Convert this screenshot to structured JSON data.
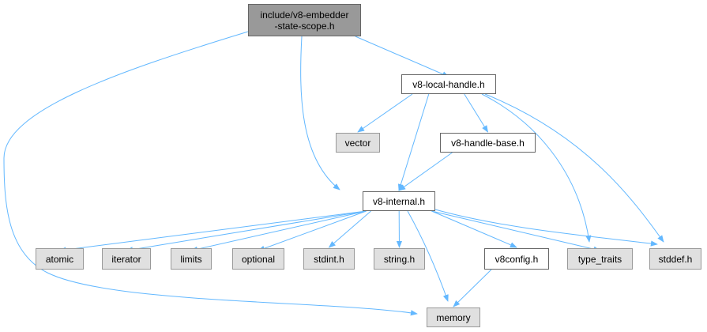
{
  "graph": {
    "nodes": [
      {
        "id": "root",
        "label": "include/v8-embedder\n-state-scope.h",
        "kind": "root"
      },
      {
        "id": "local",
        "label": "v8-local-handle.h",
        "kind": "int"
      },
      {
        "id": "vector",
        "label": "vector",
        "kind": "ext"
      },
      {
        "id": "hbase",
        "label": "v8-handle-base.h",
        "kind": "int"
      },
      {
        "id": "internal",
        "label": "v8-internal.h",
        "kind": "int"
      },
      {
        "id": "atomic",
        "label": "atomic",
        "kind": "ext"
      },
      {
        "id": "iterator",
        "label": "iterator",
        "kind": "ext"
      },
      {
        "id": "limits",
        "label": "limits",
        "kind": "ext"
      },
      {
        "id": "optional",
        "label": "optional",
        "kind": "ext"
      },
      {
        "id": "stdint",
        "label": "stdint.h",
        "kind": "ext"
      },
      {
        "id": "string",
        "label": "string.h",
        "kind": "ext"
      },
      {
        "id": "v8config",
        "label": "v8config.h",
        "kind": "int"
      },
      {
        "id": "type_traits",
        "label": "type_traits",
        "kind": "ext"
      },
      {
        "id": "stddef",
        "label": "stddef.h",
        "kind": "ext"
      },
      {
        "id": "memory",
        "label": "memory",
        "kind": "ext"
      }
    ],
    "edges": [
      [
        "root",
        "memory"
      ],
      [
        "root",
        "internal"
      ],
      [
        "root",
        "local"
      ],
      [
        "local",
        "vector"
      ],
      [
        "local",
        "internal"
      ],
      [
        "local",
        "hbase"
      ],
      [
        "local",
        "type_traits"
      ],
      [
        "local",
        "stddef"
      ],
      [
        "hbase",
        "internal"
      ],
      [
        "internal",
        "atomic"
      ],
      [
        "internal",
        "iterator"
      ],
      [
        "internal",
        "limits"
      ],
      [
        "internal",
        "optional"
      ],
      [
        "internal",
        "stdint"
      ],
      [
        "internal",
        "string"
      ],
      [
        "internal",
        "memory"
      ],
      [
        "internal",
        "v8config"
      ],
      [
        "internal",
        "type_traits"
      ],
      [
        "internal",
        "stddef"
      ],
      [
        "v8config",
        "memory"
      ]
    ],
    "colors": {
      "edge": "#63b8ff",
      "root_fill": "#999999",
      "ext_fill": "#e0e0e0",
      "int_fill": "#ffffff"
    }
  }
}
